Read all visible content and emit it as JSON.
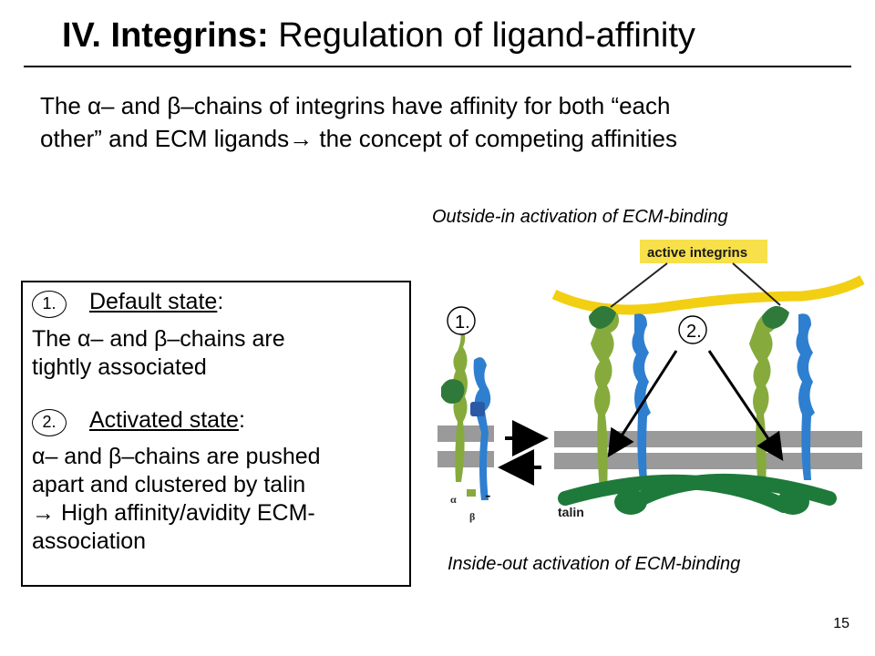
{
  "slide": {
    "title_bold": "IV. Integrins:",
    "title_rest": " Regulation of ligand-affinity",
    "intro_line1": "The α– and β–chains of integrins have affinity for both “each",
    "intro_line2_a": "other” and ECM ligands",
    "intro_arrow": "→",
    "intro_line2_b": " the concept of competing affinities",
    "page_number": "15"
  },
  "box": {
    "item1_number": "1.",
    "item1_heading": "Default state",
    "item1_colon": ":",
    "item1_line1": "The α– and β–chains are",
    "item1_line2": "tightly associated",
    "item2_number": "2.",
    "item2_heading": "Activated state",
    "item2_colon": ":",
    "item2_line1": "α– and β–chains are pushed",
    "item2_line2": "apart and clustered by talin",
    "item2_arrow": "→",
    "item2_line3": " High affinity/avidity ECM-",
    "item2_line4": "association"
  },
  "figure": {
    "caption_top": "Outside-in activation of  ECM-binding",
    "caption_bottom": "Inside-out activation of ECM-binding",
    "label_active": "active integrins",
    "label_talin": "talin",
    "label_alpha": "α",
    "label_beta": "β",
    "marker1": "1.",
    "marker2": "2.",
    "dash": "-",
    "colors": {
      "membrane": "#9a9a9a",
      "ecm_fiber": "#f2cf12",
      "alpha_chain": "#86ab3c",
      "beta_chain": "#2e7fd0",
      "talin": "#1e7a3a",
      "label_bg": "#f7e04a"
    }
  }
}
